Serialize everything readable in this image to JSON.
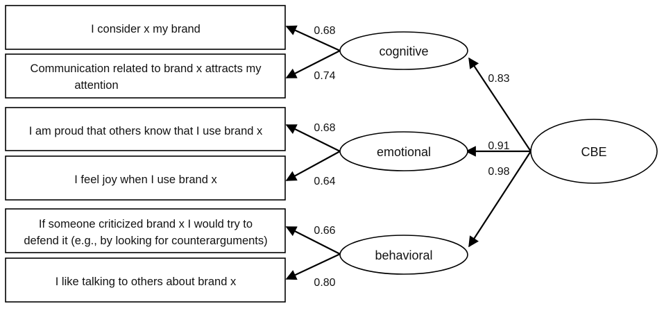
{
  "items": [
    {
      "id": "i1",
      "lines": [
        "I consider x my brand"
      ]
    },
    {
      "id": "i2",
      "lines": [
        "Communication related to brand x attracts my",
        "attention"
      ]
    },
    {
      "id": "i3",
      "lines": [
        "I am proud that others know that I use brand x"
      ]
    },
    {
      "id": "i4",
      "lines": [
        "I feel joy when I use brand x"
      ]
    },
    {
      "id": "i5",
      "lines": [
        "If someone criticized brand x I would try to",
        "defend it (e.g., by looking for counterarguments)"
      ]
    },
    {
      "id": "i6",
      "lines": [
        "I like talking to others about brand x"
      ]
    }
  ],
  "factors": [
    {
      "id": "cognitive",
      "label": "cognitive"
    },
    {
      "id": "emotional",
      "label": "emotional"
    },
    {
      "id": "behavioral",
      "label": "behavioral"
    }
  ],
  "root": {
    "label": "CBE"
  },
  "loadings": [
    {
      "factor": "cognitive",
      "item": "i1",
      "value": "0.68"
    },
    {
      "factor": "cognitive",
      "item": "i2",
      "value": "0.74"
    },
    {
      "factor": "emotional",
      "item": "i3",
      "value": "0.68"
    },
    {
      "factor": "emotional",
      "item": "i4",
      "value": "0.64"
    },
    {
      "factor": "behavioral",
      "item": "i5",
      "value": "0.66"
    },
    {
      "factor": "behavioral",
      "item": "i6",
      "value": "0.80"
    }
  ],
  "paths": [
    {
      "factor": "cognitive",
      "value": "0.83"
    },
    {
      "factor": "emotional",
      "value": "0.91"
    },
    {
      "factor": "behavioral",
      "value": "0.98"
    }
  ]
}
